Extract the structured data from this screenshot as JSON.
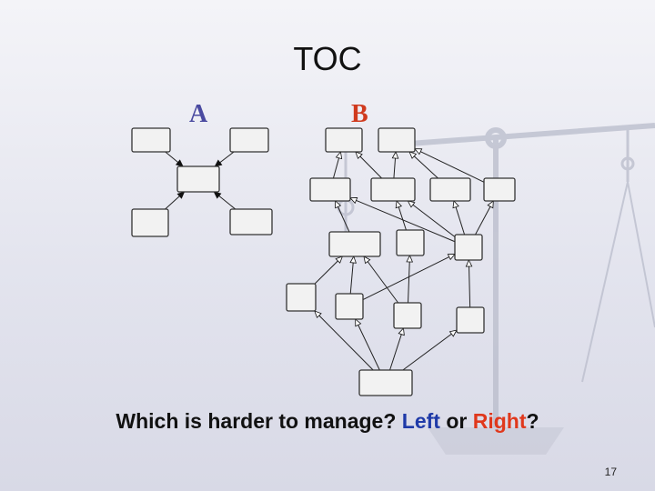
{
  "slide": {
    "title": "TOC",
    "label_a": "A",
    "label_b": "B",
    "question_prefix": "Which is harder to manage?",
    "question_left": "Left",
    "question_or": "or",
    "question_right": "Right",
    "question_suffix": "?",
    "page_number": "17"
  },
  "colors": {
    "label_a": "#4a4aa0",
    "label_b": "#d03a1e",
    "left_word": "#1f3aa8",
    "right_word": "#e0381c",
    "box_fill": "#f2f2f2",
    "box_stroke": "#333333",
    "scale_watermark": "#b9bccb"
  },
  "diagram_a": {
    "nodes": [
      "a1",
      "a2",
      "center",
      "a3",
      "a4"
    ],
    "edges": [
      [
        "a1",
        "center"
      ],
      [
        "a2",
        "center"
      ],
      [
        "a3",
        "center"
      ],
      [
        "a4",
        "center"
      ]
    ]
  },
  "diagram_b": {
    "nodes": [
      "b1",
      "b2",
      "b3",
      "b4",
      "b5",
      "b6",
      "b7",
      "b8",
      "b9",
      "b10",
      "b11",
      "b12",
      "b13",
      "b14",
      "b15",
      "b16"
    ],
    "edges": [
      [
        "b5",
        "b1"
      ],
      [
        "b6",
        "b1"
      ],
      [
        "b6",
        "b2"
      ],
      [
        "b7",
        "b2"
      ],
      [
        "b8",
        "b2"
      ],
      [
        "b9",
        "b5"
      ],
      [
        "b10",
        "b6"
      ],
      [
        "b11",
        "b5"
      ],
      [
        "b11",
        "b6"
      ],
      [
        "b11",
        "b7"
      ],
      [
        "b11",
        "b8"
      ],
      [
        "b12",
        "b9"
      ],
      [
        "b13",
        "b9"
      ],
      [
        "b13",
        "b11"
      ],
      [
        "b14",
        "b9"
      ],
      [
        "b14",
        "b10"
      ],
      [
        "b15",
        "b11"
      ],
      [
        "b16",
        "b12"
      ],
      [
        "b16",
        "b13"
      ],
      [
        "b16",
        "b14"
      ],
      [
        "b16",
        "b15"
      ]
    ]
  }
}
